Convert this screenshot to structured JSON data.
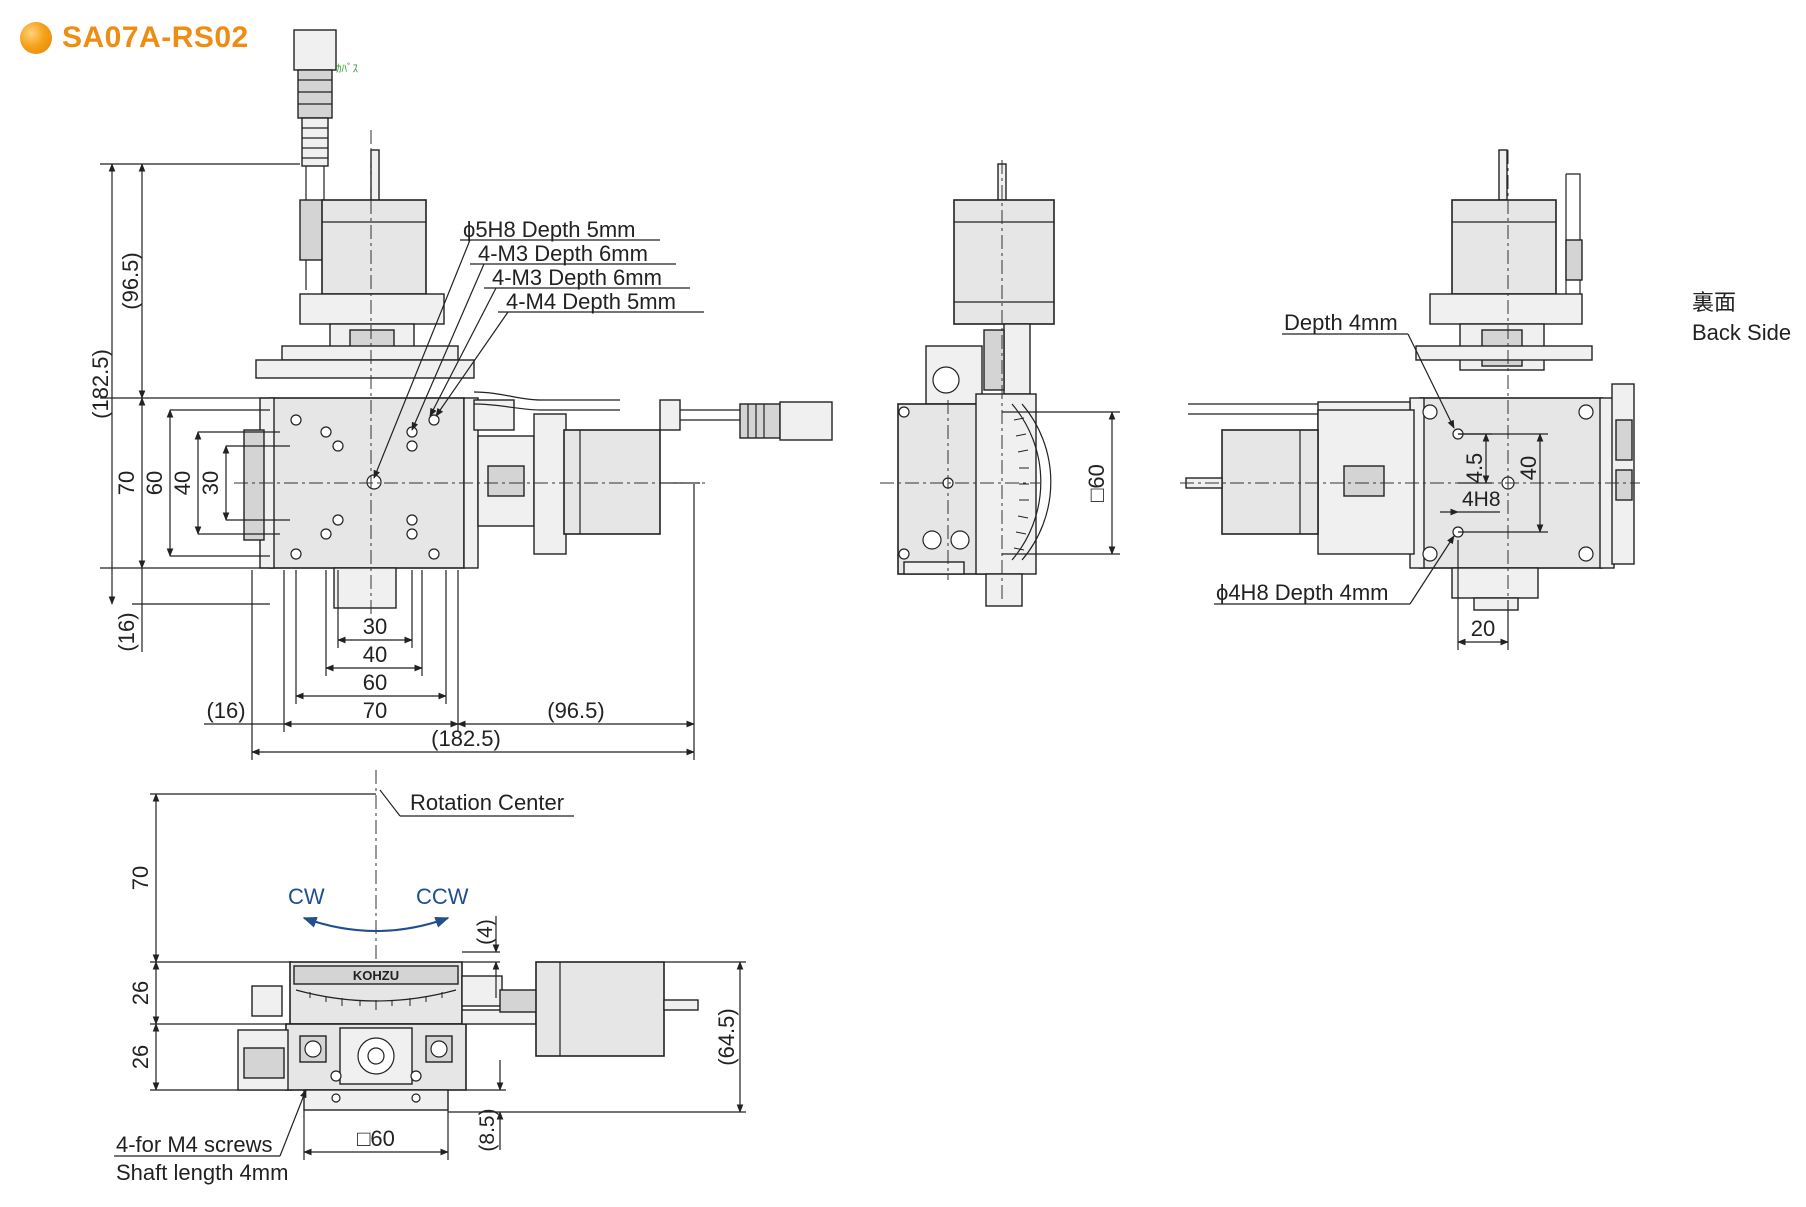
{
  "title": "SA07A-RS02",
  "front_view": {
    "callouts": [
      "ϕ5H8 Depth 5mm",
      "4-M3 Depth 6mm",
      "4-M3 Depth 6mm",
      "4-M4 Depth 5mm"
    ],
    "vertical_dims": [
      "(182.5)",
      "(96.5)",
      "70",
      "60",
      "40",
      "30",
      "(16)"
    ],
    "horizontal_dims": [
      "30",
      "40",
      "60",
      "70",
      "(16)",
      "(96.5)",
      "(182.5)"
    ]
  },
  "side_view": {
    "square_dim": "□60"
  },
  "back_view": {
    "label_jp": "裏面",
    "label_en": "Back Side",
    "depth_label": "Depth 4mm",
    "pin_label": "ϕ4H8 Depth 4mm",
    "dims": [
      "4.5",
      "40",
      "4H8",
      "20"
    ]
  },
  "bottom_view": {
    "rotation_center": "Rotation Center",
    "cw": "CW",
    "ccw": "CCW",
    "brand": "KOHZU",
    "vertical_dims": [
      "70",
      "26",
      "26"
    ],
    "right_dims": [
      "(4)",
      "(64.5)",
      "(8.5)"
    ],
    "square_dim": "□60",
    "screw_note_1": "4-for M4 screws",
    "screw_note_2": "Shaft length 4mm"
  },
  "colors": {
    "title": "#ef8d12",
    "arrow": "#1f4f8f",
    "connector_tag": "#2ca02c"
  }
}
